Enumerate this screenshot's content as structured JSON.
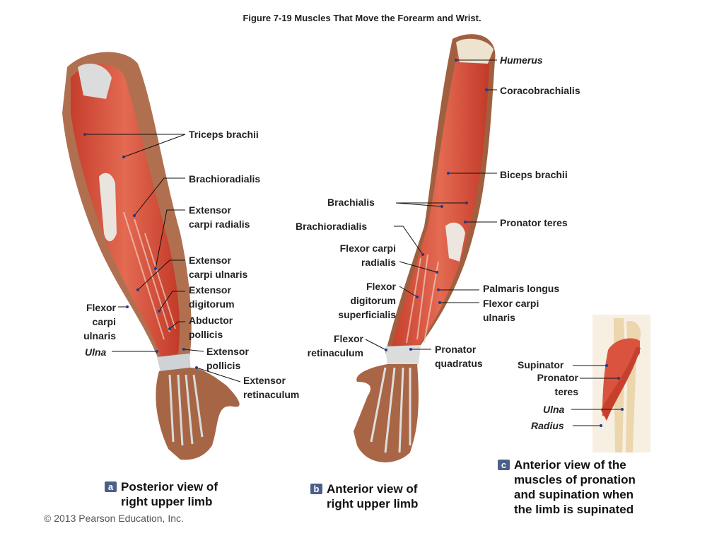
{
  "title": "Figure 7-19  Muscles That Move the Forearm and Wrist.",
  "labels_a": {
    "triceps": "Triceps brachii",
    "brachioradialis": "Brachioradialis",
    "ecr1": "Extensor",
    "ecr2": "carpi radialis",
    "ecu1": "Extensor",
    "ecu2": "carpi ulnaris",
    "ed1": "Extensor",
    "ed2": "digitorum",
    "fcu1": "Flexor",
    "fcu2": "carpi",
    "fcu3": "ulnaris",
    "ulna": "Ulna",
    "ap1": "Abductor",
    "ap2": "pollicis",
    "ep1": "Extensor",
    "ep2": "pollicis",
    "er1": "Extensor",
    "er2": "retinaculum"
  },
  "labels_b": {
    "humerus": "Humerus",
    "coraco": "Coracobrachialis",
    "biceps": "Biceps brachii",
    "brachialis": "Brachialis",
    "brachioradialis": "Brachioradialis",
    "pt": "Pronator teres",
    "fcr1": "Flexor carpi",
    "fcr2": "radialis",
    "fds1": "Flexor",
    "fds2": "digitorum",
    "fds3": "superficialis",
    "pl": "Palmaris longus",
    "fcu1": "Flexor carpi",
    "fcu2": "ulnaris",
    "fr1": "Flexor",
    "fr2": "retinaculum",
    "pq1": "Pronator",
    "pq2": "quadratus"
  },
  "labels_c": {
    "supinator": "Supinator",
    "pt1": "Pronator",
    "pt2": "teres",
    "ulna": "Ulna",
    "radius": "Radius"
  },
  "captions": {
    "a_badge": "a",
    "a1": "Posterior view of",
    "a2": "right upper limb",
    "b_badge": "b",
    "b1": "Anterior view of",
    "b2": "right upper limb",
    "c_badge": "c",
    "c1": "Anterior view of the",
    "c2": "muscles of pronation",
    "c3": "and supination when",
    "c4": "the limb is supinated"
  },
  "copyright": "© 2013 Pearson Education, Inc.",
  "colors": {
    "muscle": "#d9533f",
    "muscle_light": "#e8826d",
    "tendon": "#e6e2dc",
    "bone": "#efd9b4",
    "skin": "#b7795a",
    "badge": "#4c5f8a"
  }
}
